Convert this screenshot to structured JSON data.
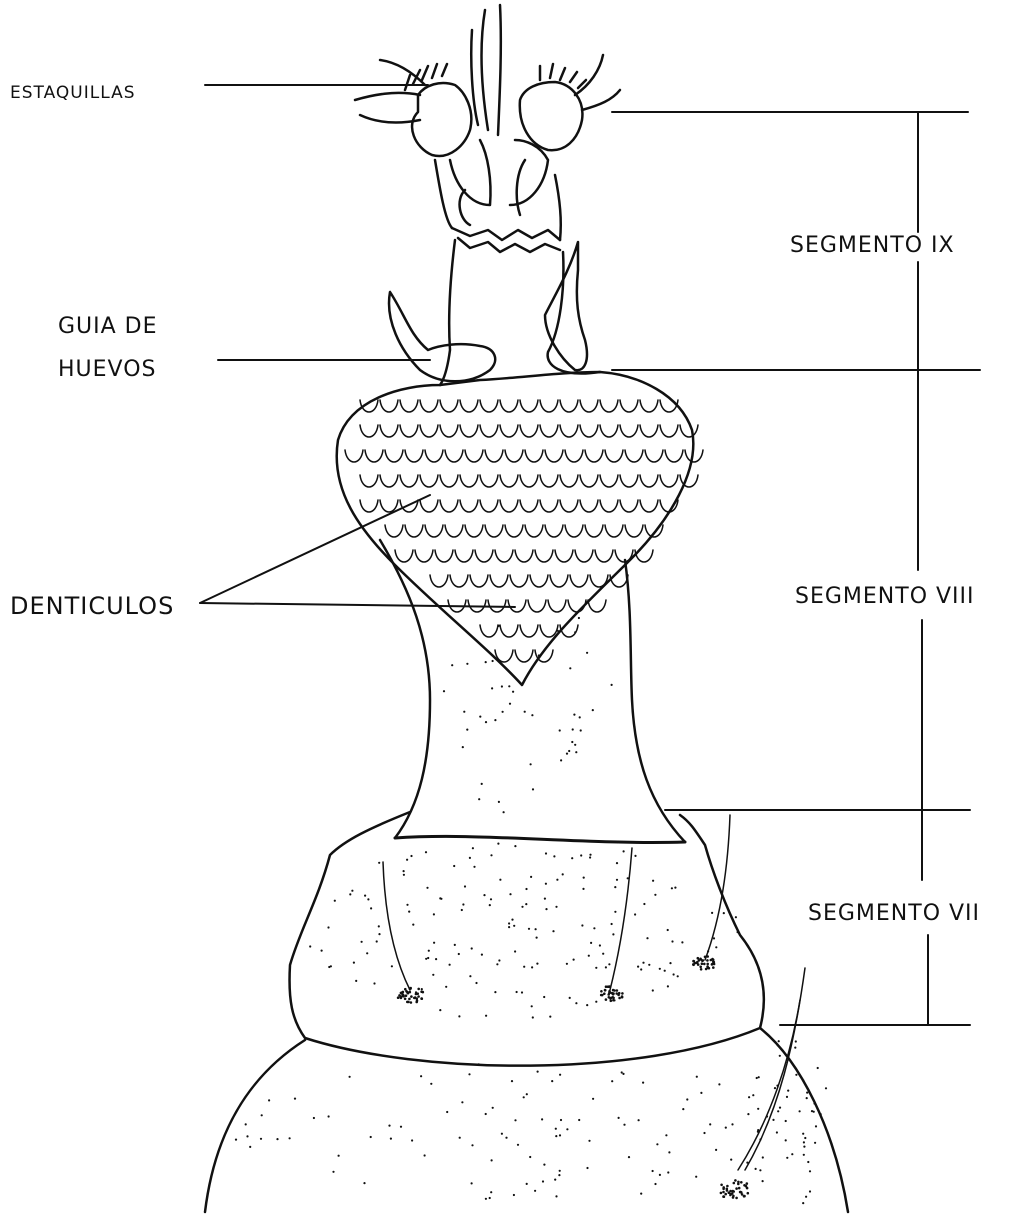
{
  "diagram": {
    "labels": {
      "estaquillas": "ESTAQUILLAS",
      "guia_line1": "GUIA DE",
      "guia_line2": "HUEVOS",
      "denticulos": "DENTICULOS",
      "segmento_ix": "SEGMENTO IX",
      "segmento_viii": "SEGMENTO VIII",
      "segmento_vii": "SEGMENTO VII"
    },
    "colors": {
      "ink": "#111111",
      "paper": "#ffffff"
    }
  }
}
